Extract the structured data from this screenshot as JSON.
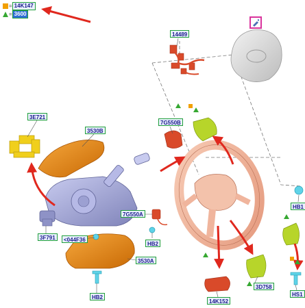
{
  "legend": [
    {
      "symbol": "square",
      "color": "#f2a000",
      "code": "14K147"
    },
    {
      "symbol": "triangle",
      "color": "#36a832",
      "code": "3600",
      "highlighted": true
    }
  ],
  "part_labels": {
    "p14489": "14489",
    "p3E721": "3E721",
    "p3530B": "3530B",
    "p7G550B": "7G550B",
    "p7G550A": "7G550A",
    "p3F791": "3F791",
    "p044F36": "<044F36",
    "pHB2a": "HB2",
    "p3530A": "3530A",
    "pHB2b": "HB2",
    "pHB1": "HB1",
    "p3D758": "3D758",
    "p14K152": "14K152",
    "pHS1": "HS1"
  },
  "colors": {
    "orange_part": "#e6860f",
    "red_part": "#d94a2a",
    "yellow_part": "#f0cf1c",
    "lime_part": "#b7d52a",
    "wheel": "#f0b59d",
    "column": "#a4a7d6",
    "airbag": "#d7d7d7",
    "arrow": "#e0281e",
    "fastener": "#5fd3e8",
    "tag_border": "#1f9e3a",
    "tag_bg": "#e9f1ff",
    "tag_text": "#1a1a8a",
    "preview_icon_border": "#d9339c"
  },
  "icons": [
    "square-icon",
    "triangle-icon",
    "preview-icon",
    "red-arrow-icon"
  ]
}
